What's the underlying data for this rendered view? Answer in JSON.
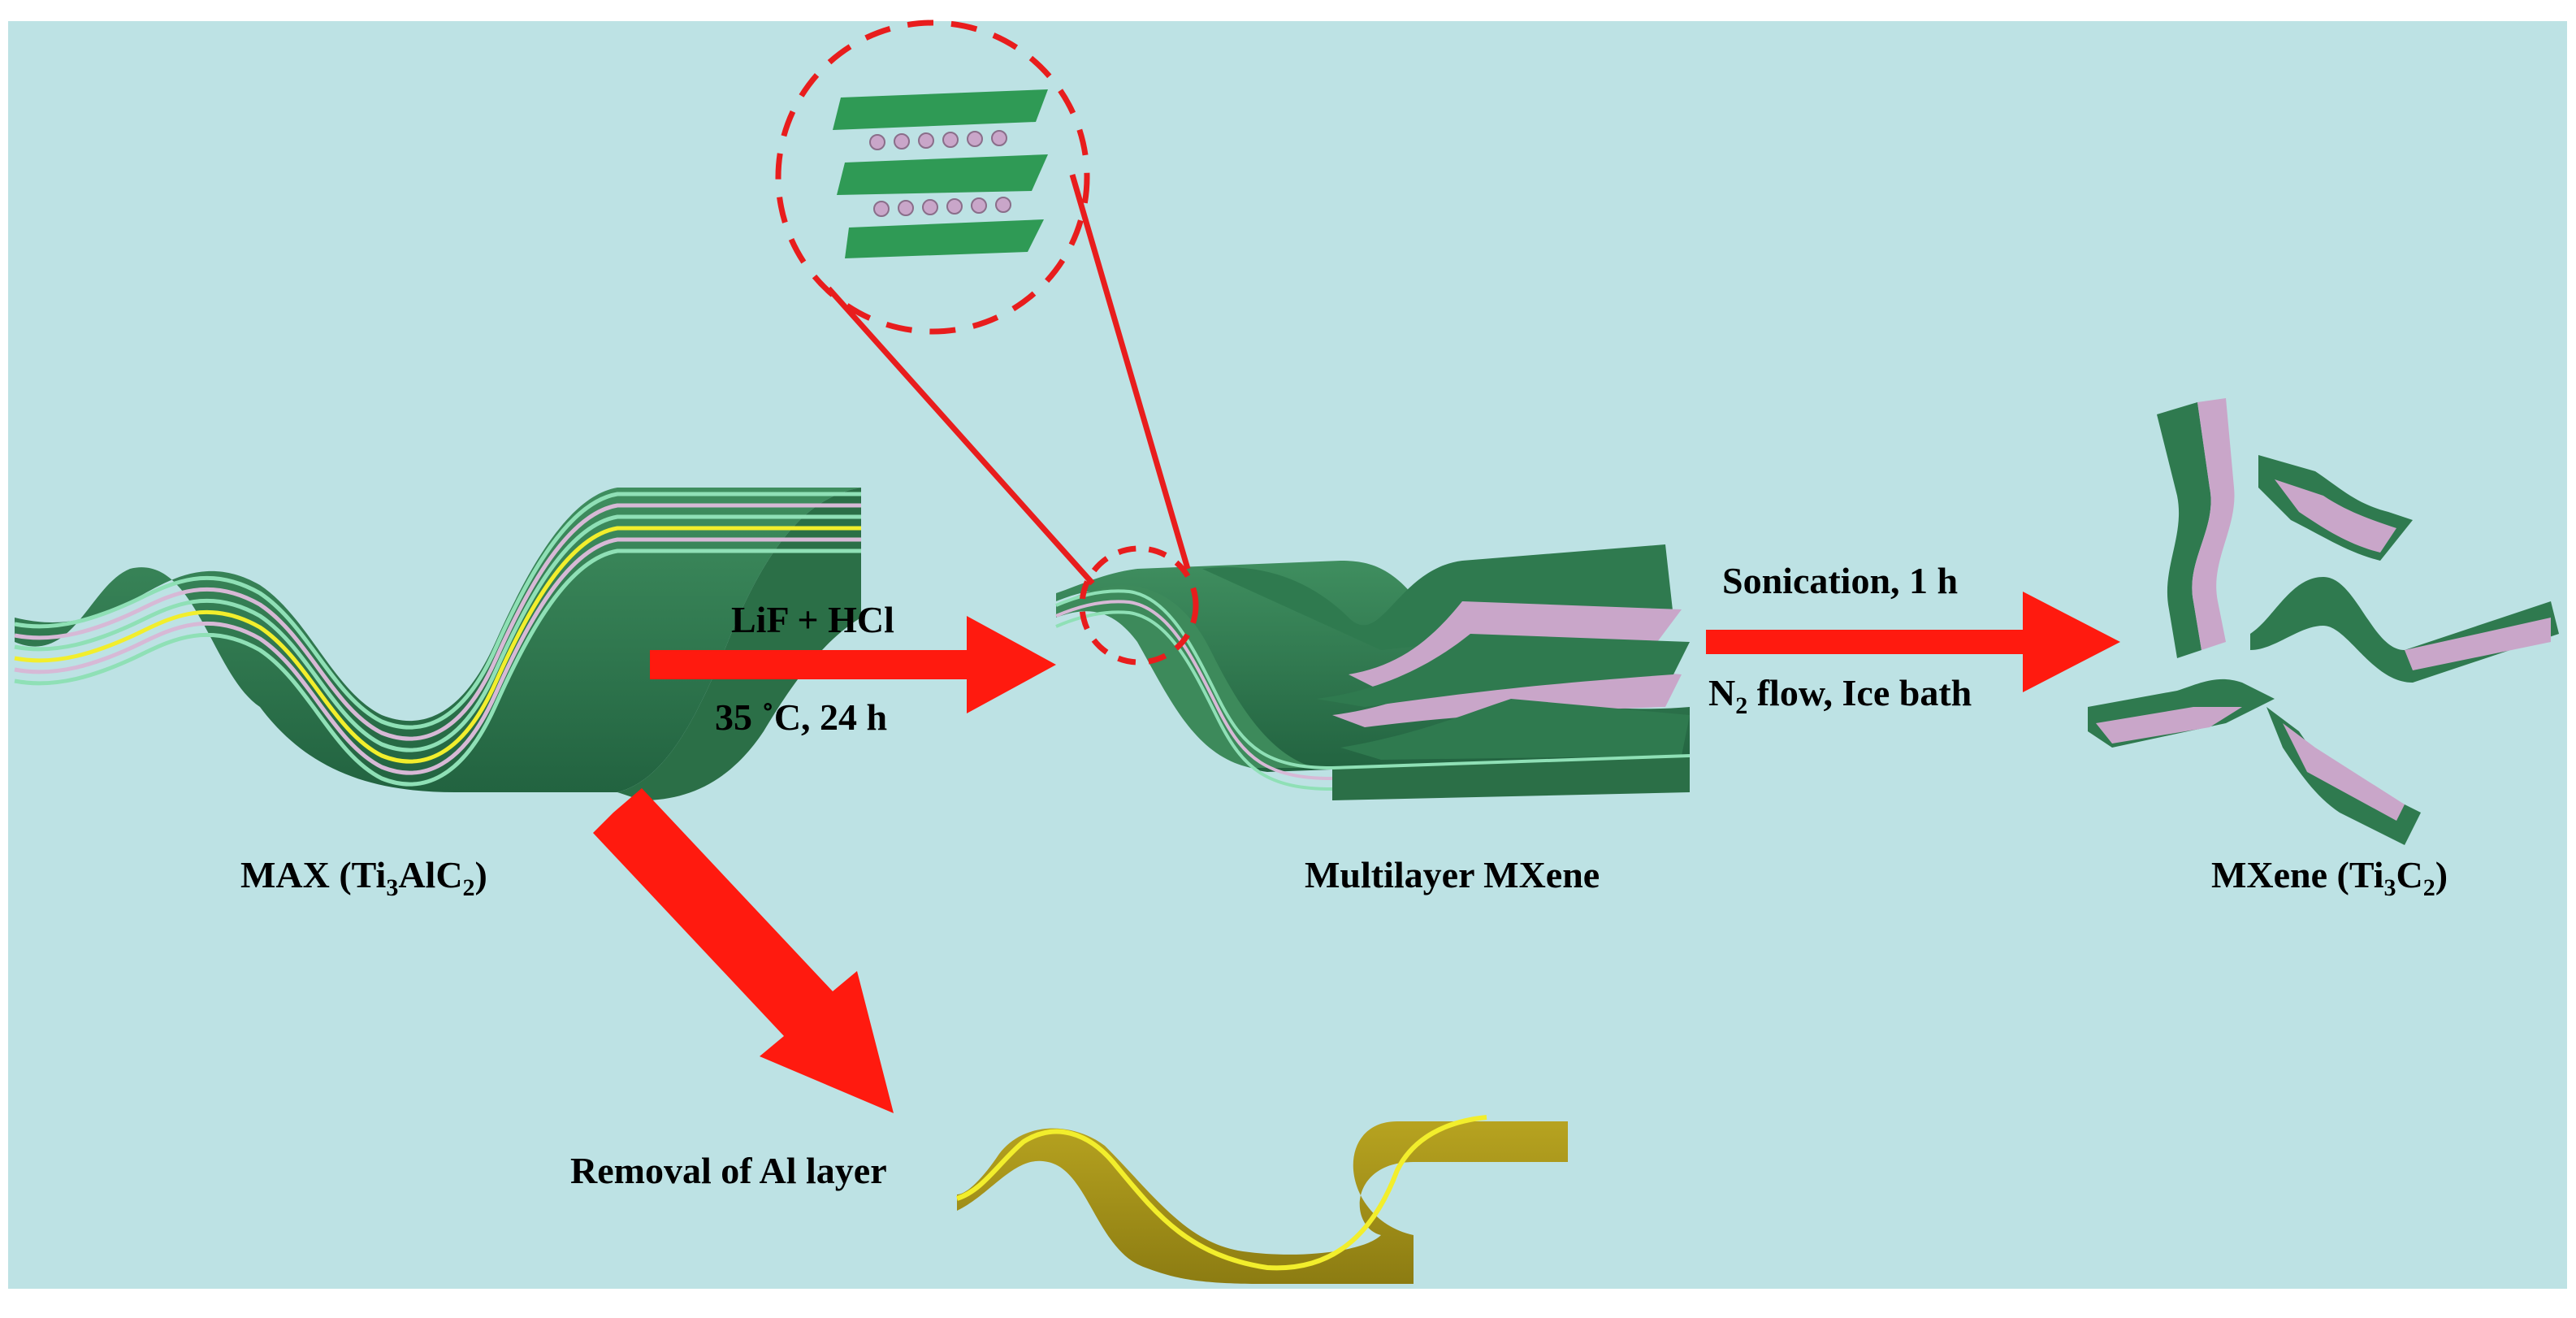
{
  "colors": {
    "background": "#bde2e4",
    "sheet_green": "#2f7a4f",
    "sheet_green_light": "#58b98a",
    "sheet_edge": "#8fe0b6",
    "pink_layer": "#c9a6c9",
    "al_yellow": "#c8b62a",
    "al_edge": "#f2ee2c",
    "arrow_red": "#ff1a0f",
    "zoom_circle": "#e81d1d"
  },
  "labels": {
    "max": {
      "prefix": "MAX (Ti",
      "sub1": "3",
      "mid": "AlC",
      "sub2": "2",
      "suffix": ")"
    },
    "etch_top": "LiF + HCl",
    "etch_bottom": "35 ˚C, 24 h",
    "multilayer": "Multilayer MXene",
    "sonication_top": "Sonication, 1 h",
    "sonication_bottom": {
      "prefix": "N",
      "sub": "2",
      "suffix": " flow, Ice bath"
    },
    "mxene": {
      "prefix": "MXene (Ti",
      "sub1": "3",
      "mid": "C",
      "sub2": "2",
      "suffix": ")"
    },
    "removal": "Removal of Al layer"
  },
  "icons": {
    "max_phase": "stacked-wavy-sheets",
    "multilayer": "delaminating-wavy-sheets",
    "mxene_flakes": "separated-sheet-fragments",
    "al_layer": "yellow-wavy-sheet",
    "zoom_view": "atomic-layer-zoom"
  }
}
